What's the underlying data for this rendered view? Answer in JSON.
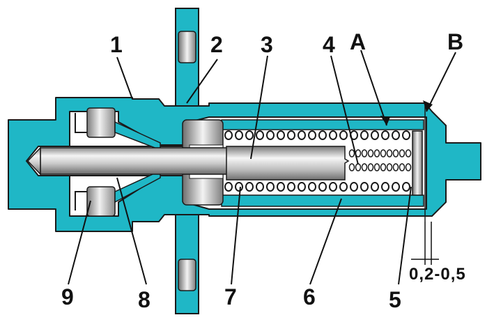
{
  "labels": {
    "l1": "1",
    "l2": "2",
    "l3": "3",
    "l4": "4",
    "lA": "A",
    "lB": "B",
    "l5": "5",
    "l6": "6",
    "l7": "7",
    "l8": "8",
    "l9": "9"
  },
  "dimension": "0,2-0,5",
  "colors": {
    "housing": "#1fb7c6",
    "outline": "#1a1a1a",
    "steel_light": "#f2f2f2",
    "steel_mid": "#b9b9b9",
    "steel_dark": "#6f6f6f",
    "cavity": "#ffffff"
  }
}
